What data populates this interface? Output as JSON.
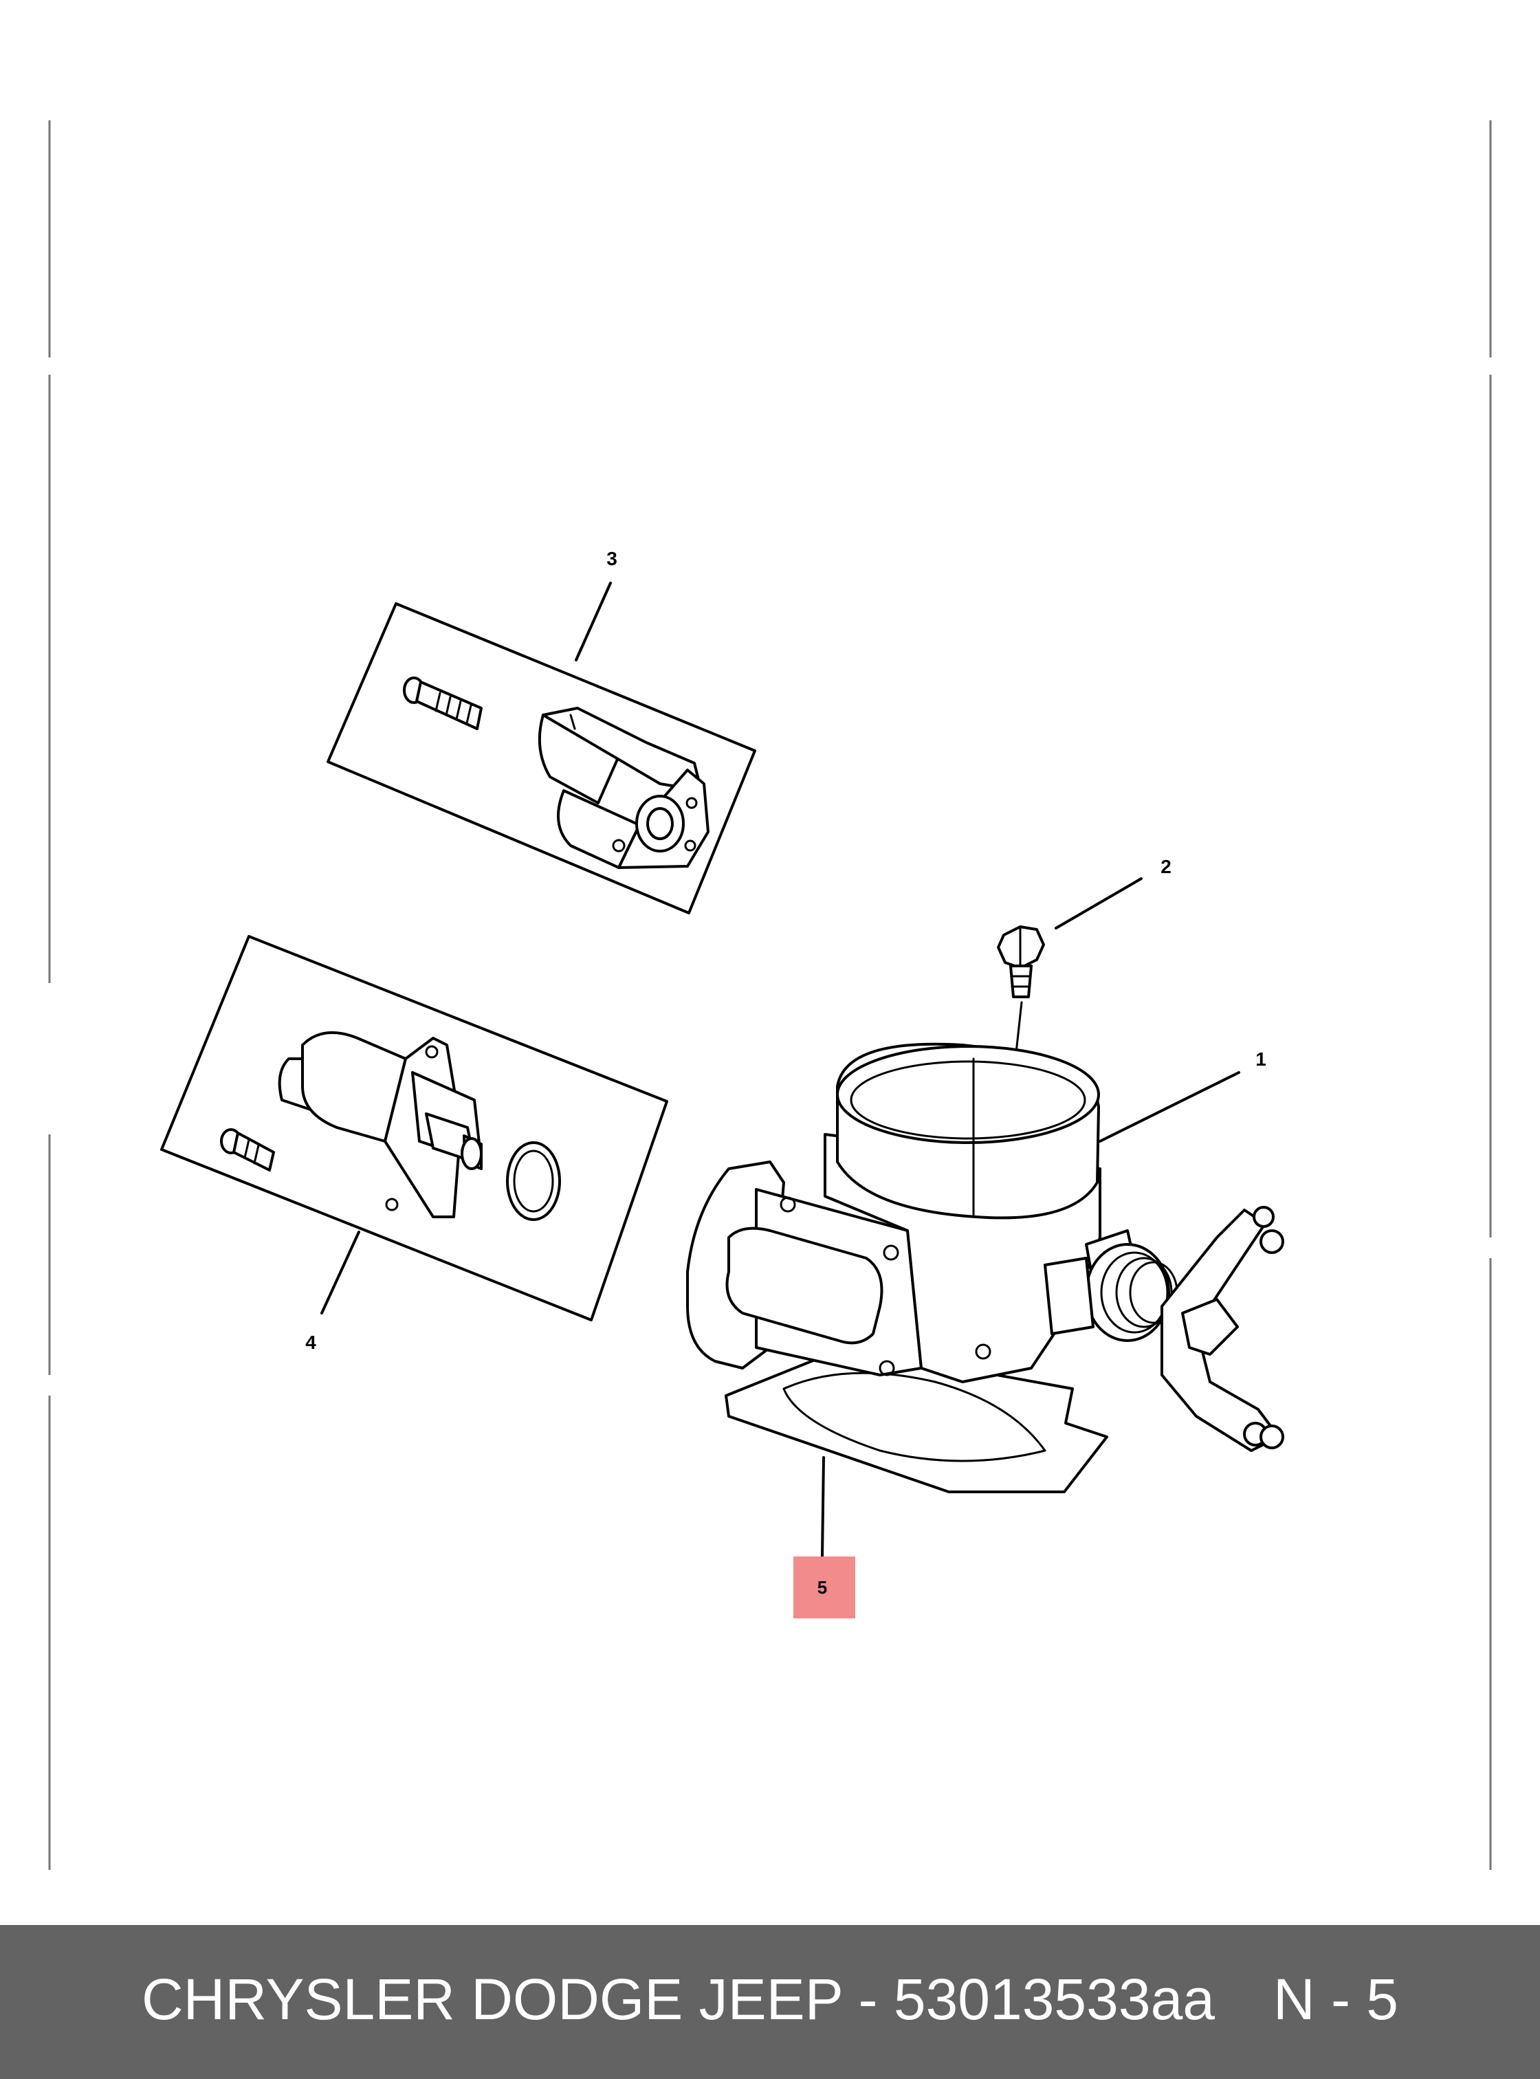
{
  "callouts": {
    "c1": "1",
    "c2": "2",
    "c3": "3",
    "c4": "4",
    "c5": "5"
  },
  "highlight_color": "#f28b8b",
  "footer": {
    "title": "CHRYSLER DODGE JEEP - 53013533aa",
    "page": "N - 5"
  }
}
